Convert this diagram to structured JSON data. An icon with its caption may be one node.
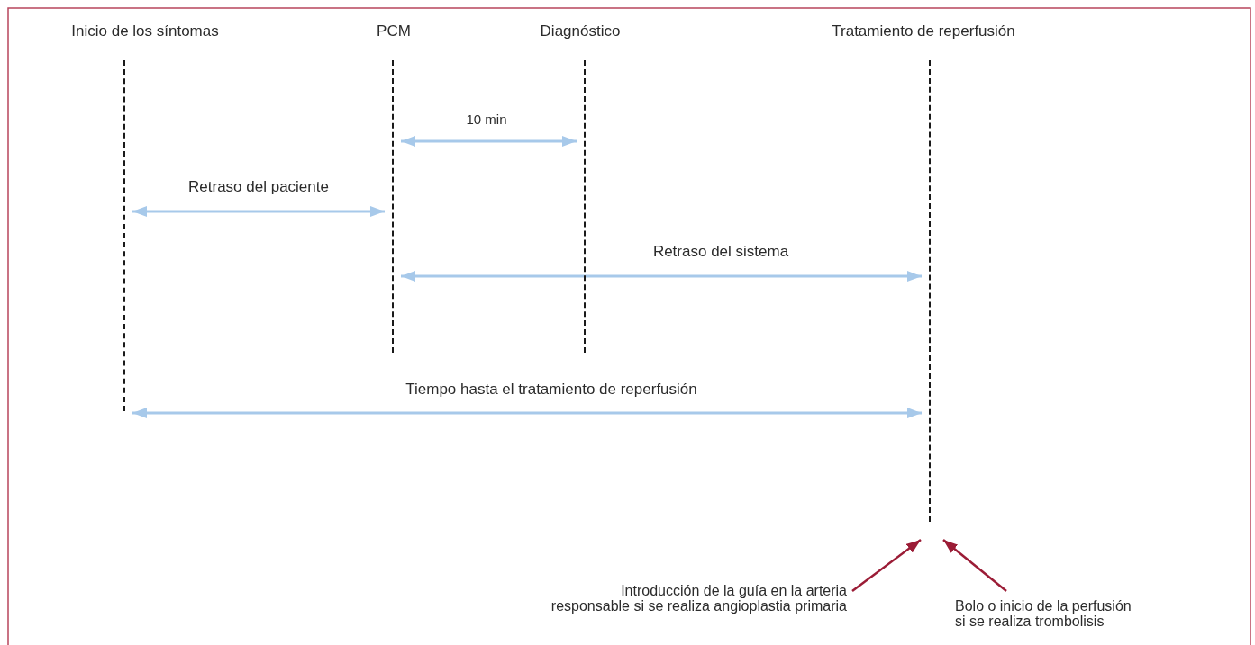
{
  "diagram": {
    "nodes": [
      {
        "text": [
          "Inicio de los síntomas"
        ]
      },
      {
        "text": [
          "PCM"
        ]
      },
      {
        "text": [
          "Diagnóstico"
        ]
      },
      {
        "text": [
          "Tratamiento de reperfusión"
        ]
      },
      {
        "text": [
          "Introducción de la guía en la arteria responsable si se realiza angioplastia primaria"
        ]
      },
      {
        "text": [
          "Bolo o inicio de la perfusión si se realiza trombolisis"
        ]
      }
    ],
    "edges": [
      {
        "from": 1,
        "to": 2,
        "arrow": "both",
        "label": "10 min"
      },
      {
        "from": 0,
        "to": 1,
        "arrow": "both",
        "label": "Retraso del paciente"
      },
      {
        "from": 1,
        "to": 3,
        "arrow": "both",
        "label": "Retraso del sistema"
      },
      {
        "from": 0,
        "to": 3,
        "arrow": "both",
        "label": "Tiempo hasta el tratamiento de reperfusión"
      },
      {
        "from": 4,
        "to": 3,
        "arrow": "to",
        "color": "#9b1c36"
      },
      {
        "from": 5,
        "to": 3,
        "arrow": "to",
        "color": "#9b1c36"
      }
    ]
  }
}
